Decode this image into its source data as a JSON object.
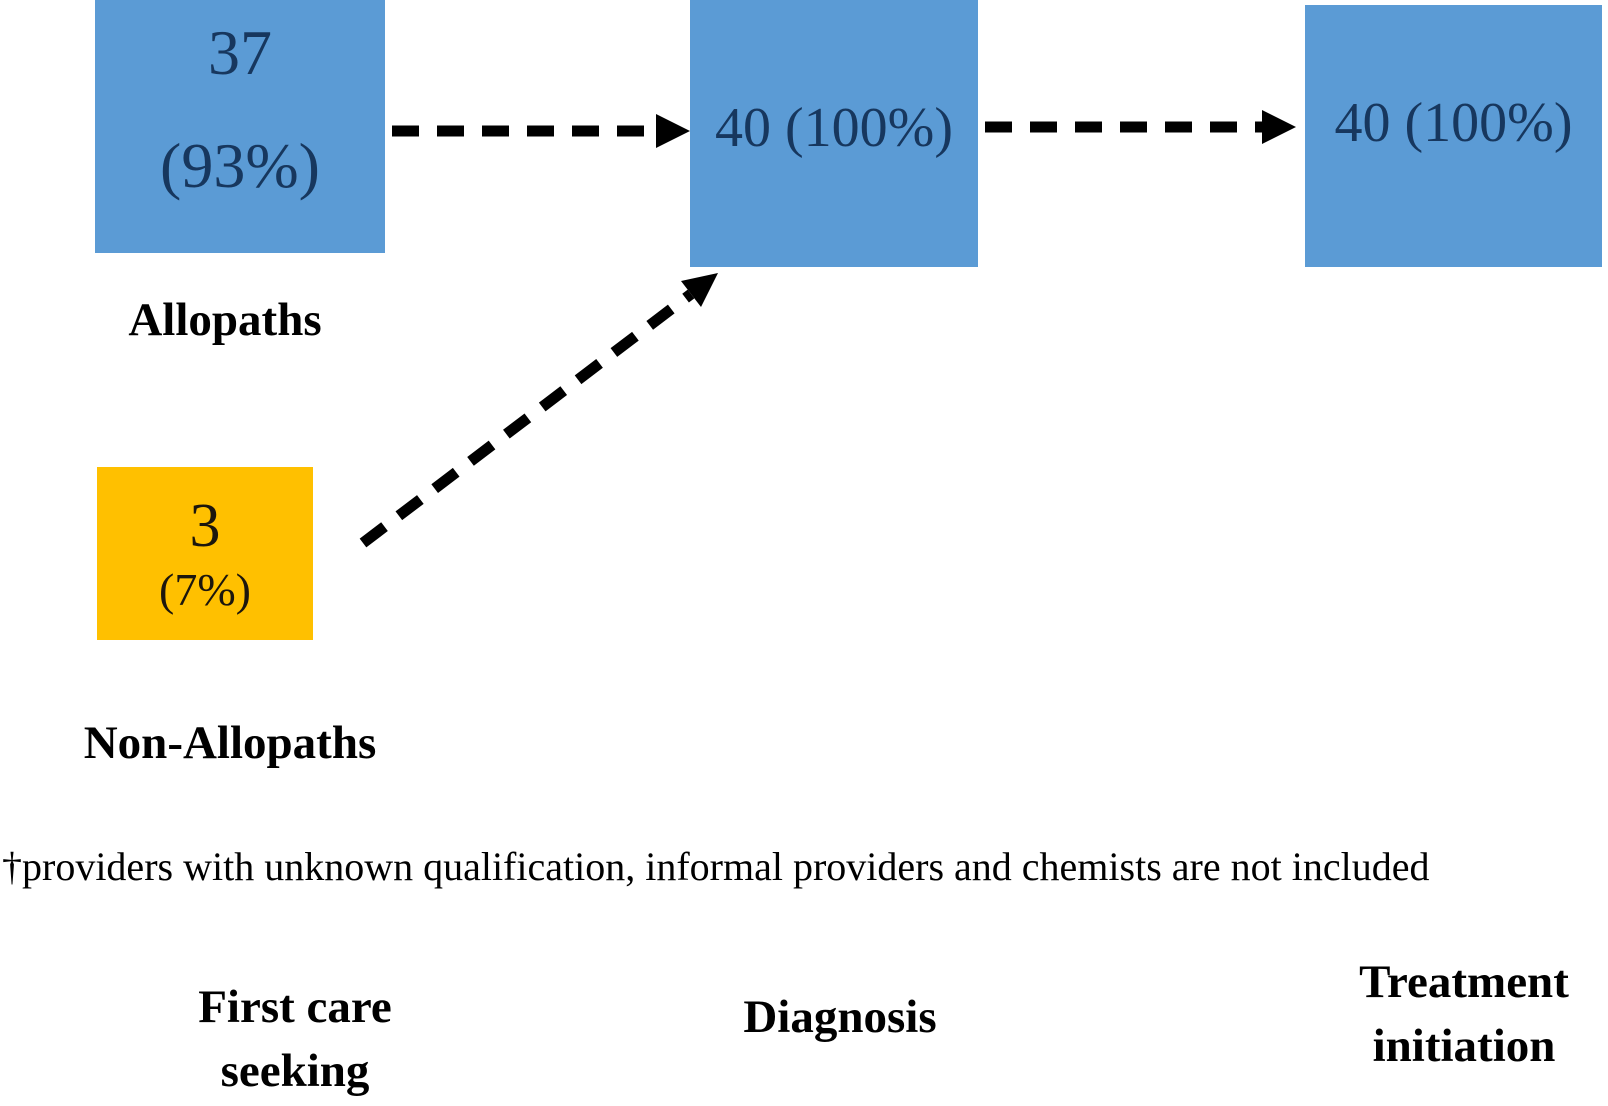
{
  "colors": {
    "allopath_box": "#5B9BD5",
    "non_allopath_box": "#FFC000",
    "box_number_text": "#17375E",
    "label_text": "#000000",
    "arrow": "#000000",
    "background": "#FFFFFF"
  },
  "nodes": {
    "allopaths": {
      "value": "37",
      "percent": "(93%)",
      "label": "Allopaths"
    },
    "non_allopaths": {
      "value": "3",
      "percent": "(7%)",
      "label": "Non-Allopaths"
    },
    "diagnosis": {
      "value": "40 (100%)"
    },
    "treatment_initiation": {
      "value": "40 (100%)"
    }
  },
  "footnote": "†providers with unknown qualification, informal providers and chemists are not included",
  "stages": {
    "first_care_seeking": "First care\nseeking",
    "diagnosis": "Diagnosis",
    "treatment_initiation": "Treatment\ninitiation"
  }
}
